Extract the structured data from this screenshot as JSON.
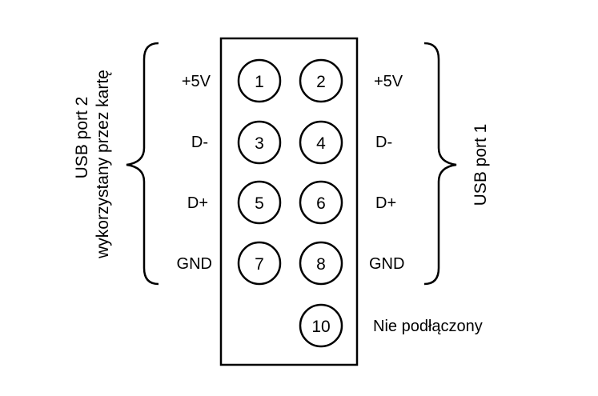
{
  "pins": [
    {
      "number": "1"
    },
    {
      "number": "2"
    },
    {
      "number": "3"
    },
    {
      "number": "4"
    },
    {
      "number": "5"
    },
    {
      "number": "6"
    },
    {
      "number": "7"
    },
    {
      "number": "8"
    },
    {
      "number": "10"
    }
  ],
  "left_signals": [
    "+5V",
    "D-",
    "D+",
    "GND"
  ],
  "right_signals": [
    "+5V",
    "D-",
    "D+",
    "GND"
  ],
  "pin10_note": "Nie podłączony",
  "left_group": {
    "line1": "USB port 2",
    "line2": "wykorzystany przez kartę"
  },
  "right_group": {
    "line1": "USB port 1"
  },
  "colors": {
    "ink": "#000000",
    "background": "#ffffff"
  }
}
